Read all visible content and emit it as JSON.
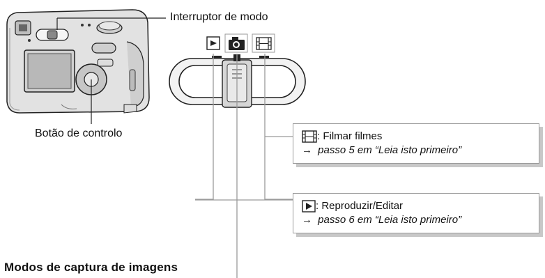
{
  "labels": {
    "mode_switch": "Interruptor de modo",
    "control_button": "Botão de controlo",
    "heading": "Modos de captura de imagens"
  },
  "callouts": {
    "movie": {
      "icon": "film-icon",
      "text": ": Filmar filmes",
      "arrow": "→",
      "ref": "passo 5 em “Leia isto primeiro”"
    },
    "playback": {
      "icon": "play-icon",
      "text": ": Reproduzir/Editar",
      "arrow": "→",
      "ref": "passo 6 em “Leia isto primeiro”"
    }
  },
  "colors": {
    "line": "#9a9a9a",
    "shadow": "#c8c8c8",
    "camera_body": "#d9d9d9"
  }
}
